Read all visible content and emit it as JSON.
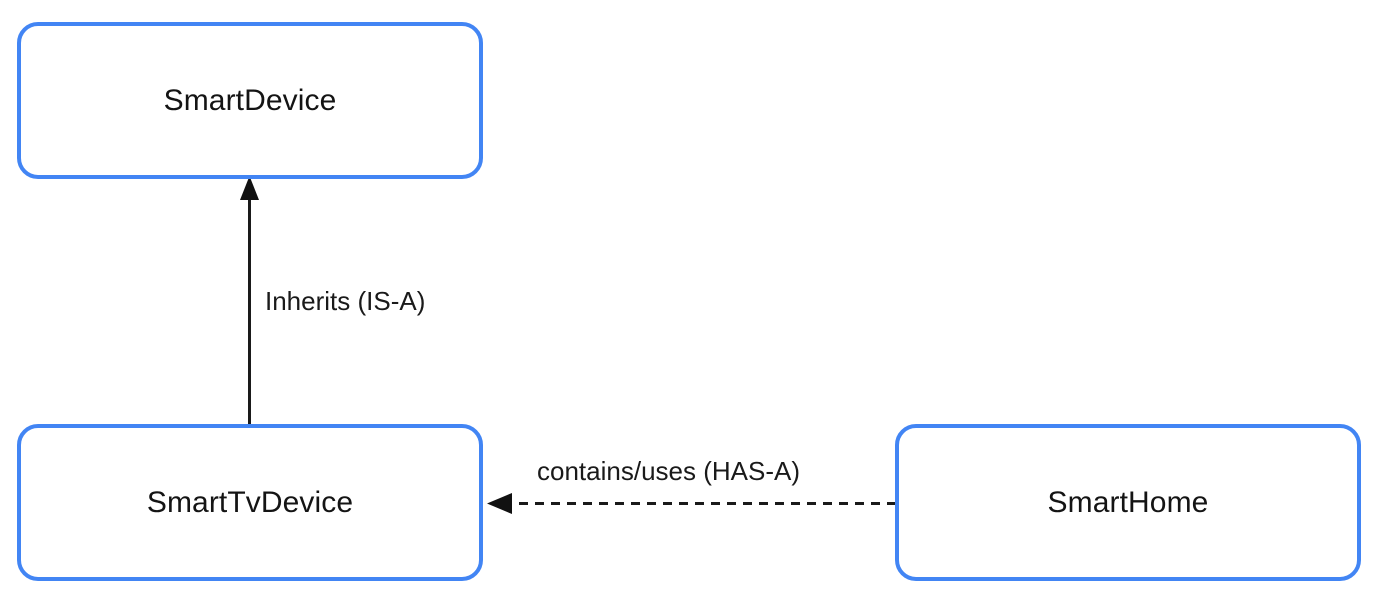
{
  "diagram": {
    "type": "uml-class-relationship-diagram",
    "background_color": "#ffffff",
    "node_border_color": "#4285f4",
    "node_fill_color": "#ffffff",
    "edge_color": "#1a1a1a",
    "nodes": [
      {
        "id": "smart-device",
        "label": "SmartDevice"
      },
      {
        "id": "smart-tv-device",
        "label": "SmartTvDevice"
      },
      {
        "id": "smart-home",
        "label": "SmartHome"
      }
    ],
    "edges": [
      {
        "id": "inherits",
        "label": "Inherits (IS-A)",
        "from": "SmartTvDevice",
        "to": "SmartDevice",
        "style": "solid",
        "arrowhead": "filled-triangle",
        "direction": "up"
      },
      {
        "id": "contains",
        "label": "contains/uses (HAS-A)",
        "from": "SmartHome",
        "to": "SmartTvDevice",
        "style": "dashed",
        "arrowhead": "filled-triangle",
        "direction": "left"
      }
    ]
  }
}
